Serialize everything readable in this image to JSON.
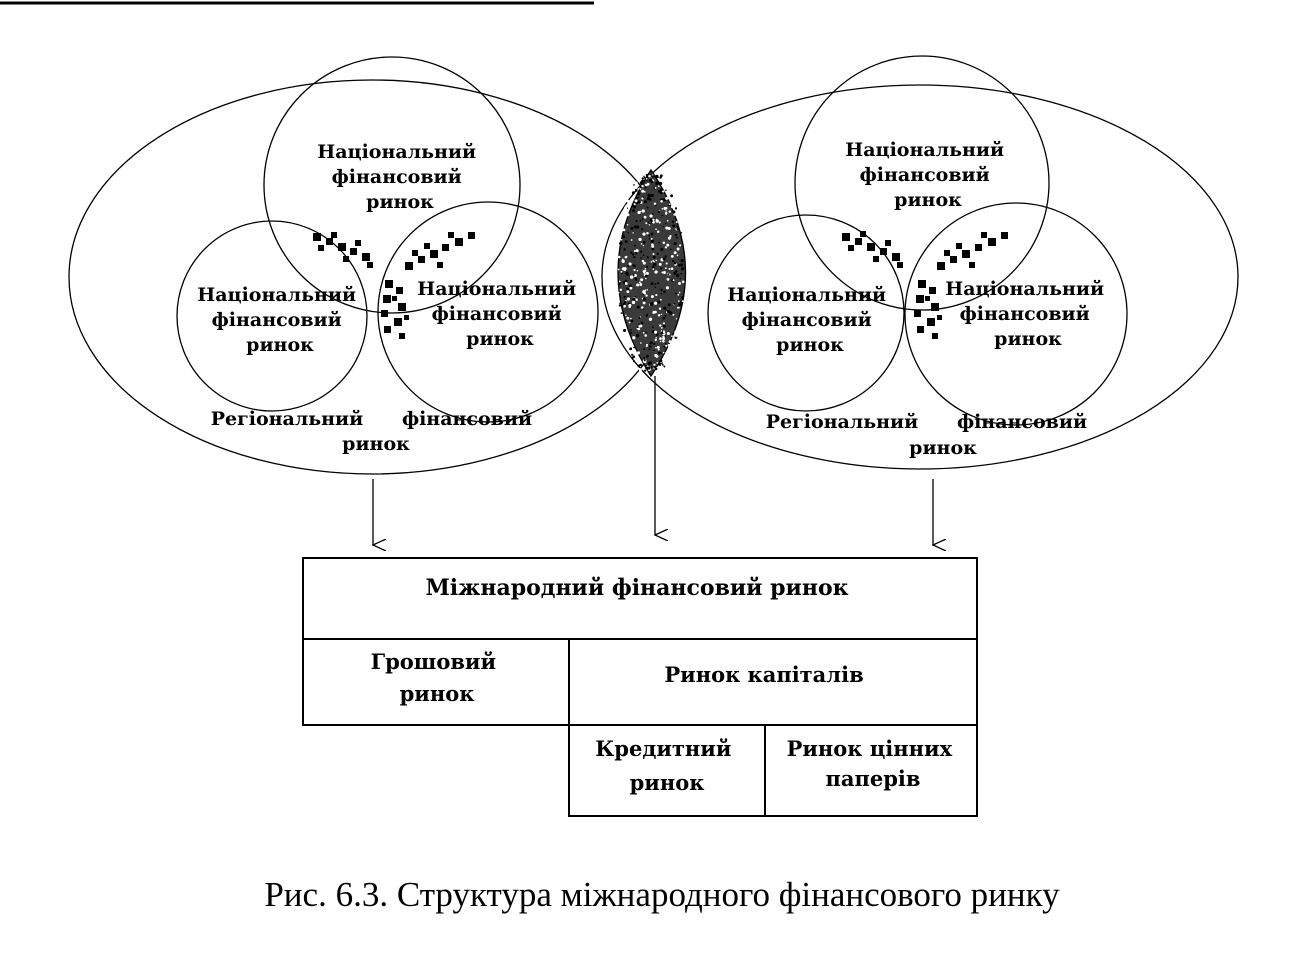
{
  "left_group": {
    "top_circle": [
      "Національний",
      "фінансовий",
      "ринок"
    ],
    "left_circle": [
      "Національний",
      "фінансовий",
      "ринок"
    ],
    "right_circle": [
      "Національний",
      "фінансовий",
      "ринок"
    ],
    "regional_line1_a": "Регіональний",
    "regional_line1_b": "фінансовий",
    "regional_line2": "ринок"
  },
  "right_group": {
    "top_circle": [
      "Національний",
      "фінансовий",
      "ринок"
    ],
    "left_circle": [
      "Національний",
      "фінансовий",
      "ринок"
    ],
    "right_circle": [
      "Національний",
      "фінансовий",
      "ринок"
    ],
    "regional_line1_a": "Регіональний",
    "regional_line1_b": "фінансовий",
    "regional_line2": "ринок"
  },
  "structure": {
    "international": "Міжнародний фінансовий ринок",
    "money_market": [
      "Грошовий",
      "ринок"
    ],
    "capital_market": "Ринок капіталів",
    "credit_market": [
      "Кредитний",
      "ринок"
    ],
    "securities_market": [
      "Ринок цінних",
      "паперів"
    ]
  },
  "caption": "Рис. 6.3. Структура міжнародного фінансового ринку"
}
